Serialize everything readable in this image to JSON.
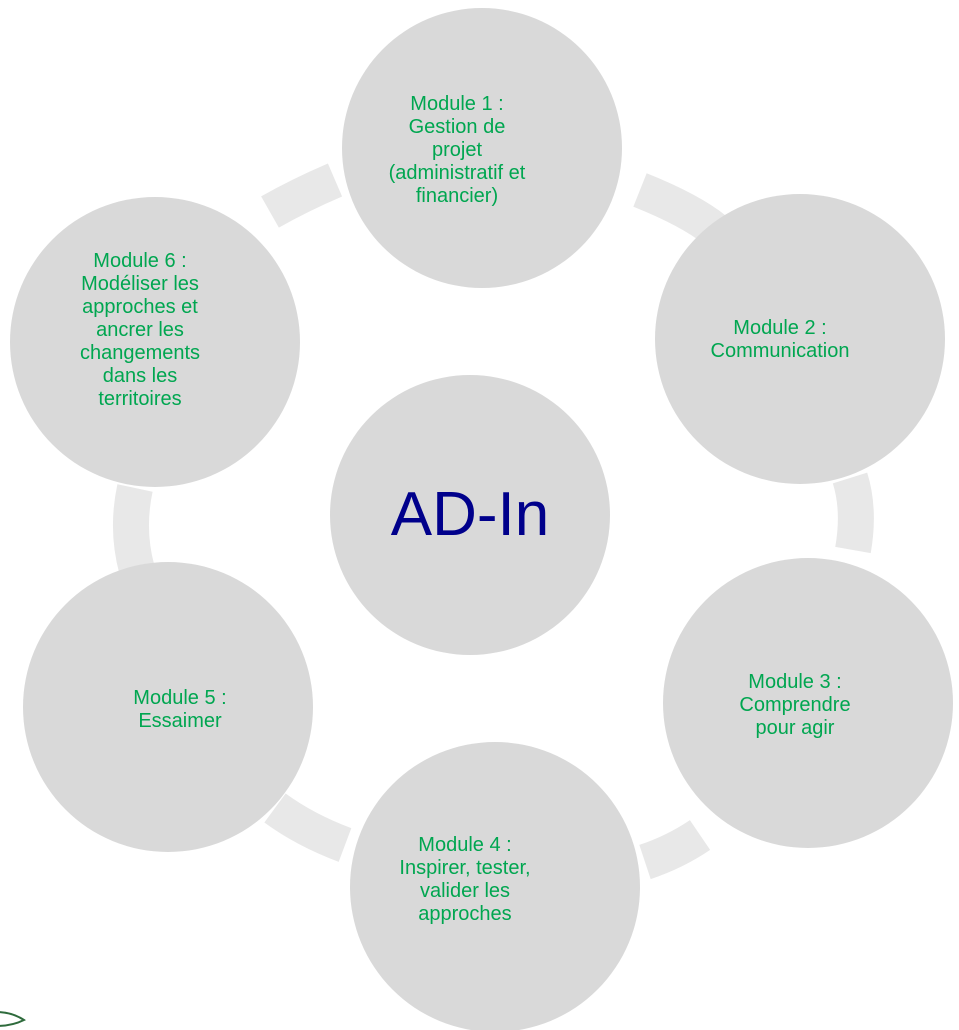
{
  "center": {
    "label": "AD-In",
    "color": "#00008b"
  },
  "modules": [
    {
      "id": "mod1",
      "label": "Module 1 :\nGestion de\nprojet\n(administratif et\nfinancier)"
    },
    {
      "id": "mod2",
      "label": "Module 2 :\nCommunication"
    },
    {
      "id": "mod3",
      "label": "Module 3 :\nComprendre\npour agir"
    },
    {
      "id": "mod4",
      "label": "Module 4 :\nInspirer, tester,\nvalider les\napproches"
    },
    {
      "id": "mod5",
      "label": "Module 5 :\nEssaimer"
    },
    {
      "id": "mod6",
      "label": "Module 6 :\nModéliser les\napproches et\nancrer les\nchangements\ndans les\nterritoires"
    }
  ],
  "colors": {
    "node_fill": "#d9d9d9",
    "ring": "#e8e8e8",
    "module_text": "#00a650",
    "center_text": "#00008b"
  }
}
